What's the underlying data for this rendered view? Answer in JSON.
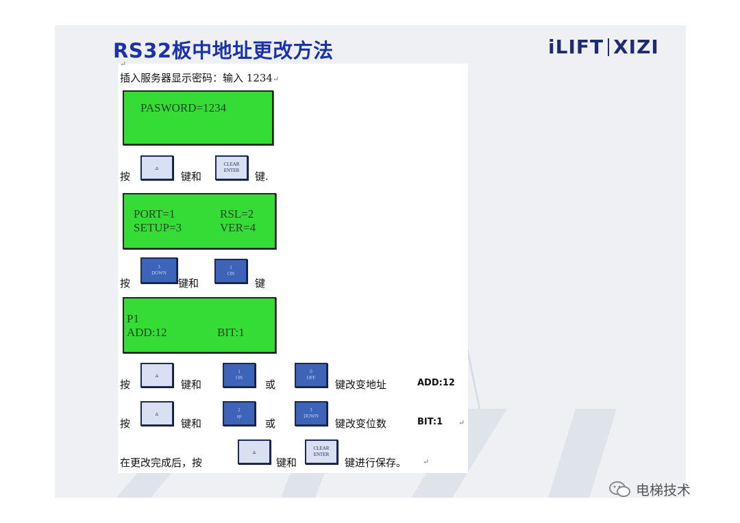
{
  "slide": {
    "title": "RS32板中地址更改方法",
    "logo": {
      "left": "iLIFT",
      "right": "XIZI"
    }
  },
  "doc": {
    "return_mark": "↵",
    "intro": "插入服务器显示密码：输入 1234",
    "lcd1": {
      "line1": "PASWORD=1234"
    },
    "step1": {
      "press": "按",
      "and": "键和",
      "end": "键."
    },
    "lcd2": {
      "port": "PORT=1",
      "rsl": "RSL=2",
      "setup": "SETUP=3",
      "ver": "VER=4"
    },
    "step2": {
      "press": "按",
      "and": "键和",
      "end": "键"
    },
    "lcd3": {
      "line1": "P1",
      "add": "ADD:12",
      "bit": "BIT:1"
    },
    "step3": {
      "press": "按",
      "and": "键和",
      "or": "或",
      "action": "键改变地址",
      "value": "ADD:12"
    },
    "step4": {
      "press": "按",
      "and": "键和",
      "or": "或",
      "action": "键改变位数",
      "value": "BIT:1"
    },
    "step5": {
      "prefix": "在更改完成后，按",
      "and": "键和",
      "action": "键进行保存。"
    }
  },
  "keys": {
    "up": {
      "glyph": "▵"
    },
    "clear_enter": {
      "l1": "CLEAR",
      "l2": "ENTER"
    },
    "down3": {
      "l1": "3",
      "l2": "DOWN"
    },
    "on1": {
      "l1": "1",
      "l2": "ON"
    },
    "off0": {
      "l1": "0",
      "l2": "OFF"
    },
    "up2": {
      "l1": "2",
      "l2": "up"
    }
  },
  "footer": {
    "wechat_label": "电梯技术"
  },
  "colors": {
    "title": "#1c33a8",
    "lcd": "#35dc35",
    "key": "#3d64b8"
  }
}
